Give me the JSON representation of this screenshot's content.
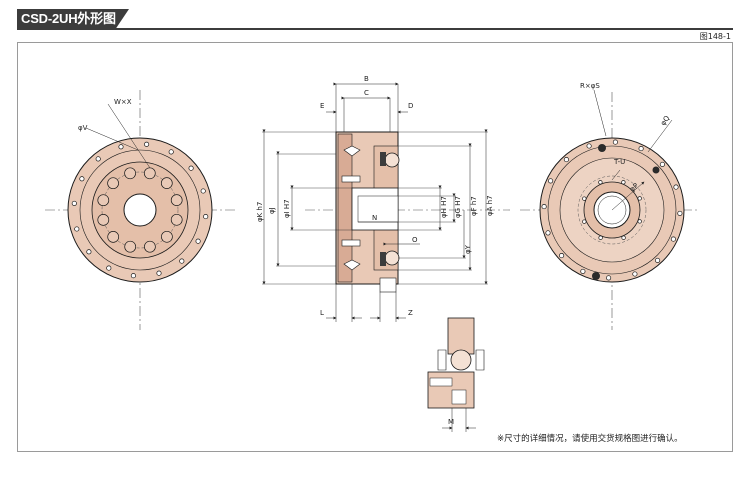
{
  "header": {
    "title": "CSD-2UH外形图",
    "figure_number": "图148-1"
  },
  "left_view": {
    "labels": {
      "wx": "W×X",
      "v": "φV"
    }
  },
  "section_view": {
    "labels": {
      "b": "B",
      "c": "C",
      "e": "E",
      "d": "D",
      "k": "φK h7",
      "j": "φJ",
      "i": "φI H7",
      "h": "φH H7",
      "g": "φG H7",
      "f": "φF h7",
      "a": "φA h7",
      "n": "N",
      "o": "O",
      "y": "φY",
      "l": "L",
      "z": "Z"
    }
  },
  "detail_view": {
    "labels": {
      "m": "M"
    }
  },
  "right_view": {
    "labels": {
      "rs": "R×φS",
      "q": "φQ",
      "tu": "T-U",
      "p": "φP"
    }
  },
  "footer": {
    "note": "※尺寸的详细情况，请使用交货规格图进行确认。"
  },
  "colors": {
    "body": "#e9c9b6",
    "body_dark": "#d8ab95",
    "outline": "#1a1a1a",
    "dark_band": "#3c3c3c",
    "frame": "#9a9a9a"
  }
}
